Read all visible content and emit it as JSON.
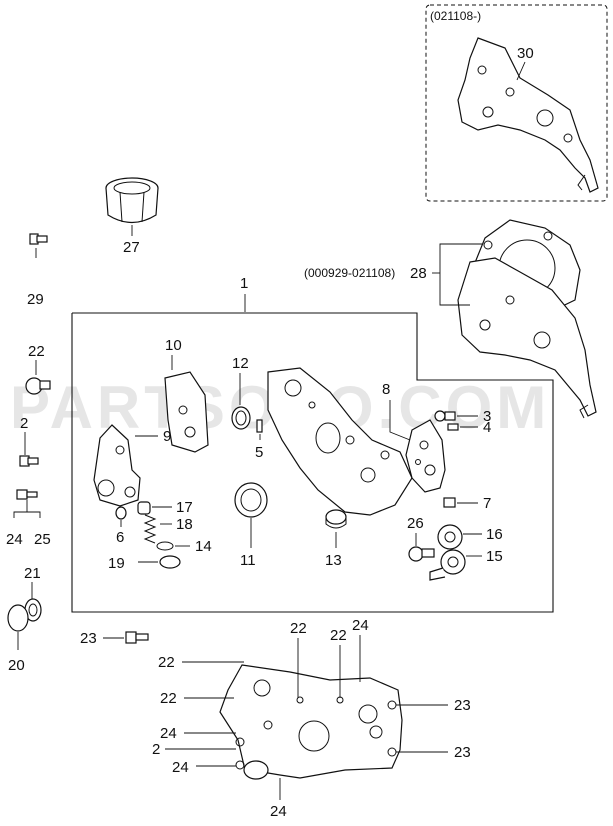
{
  "watermark": "PARTSOUQ.COM",
  "notes": {
    "late_variant": "(021108-)",
    "early_variant": "(000929-021108)"
  },
  "callouts": {
    "c1": "1",
    "c2a": "2",
    "c2b": "2",
    "c3": "3",
    "c4": "4",
    "c5": "5",
    "c6": "6",
    "c7": "7",
    "c8": "8",
    "c9": "9",
    "c10": "10",
    "c11": "11",
    "c12": "12",
    "c13": "13",
    "c14": "14",
    "c15": "15",
    "c16": "16",
    "c17": "17",
    "c18": "18",
    "c19": "19",
    "c20": "20",
    "c21": "21",
    "c22a": "22",
    "c22b": "22",
    "c22c": "22",
    "c22d": "22",
    "c22e": "22",
    "c23a": "23",
    "c23b": "23",
    "c23c": "23",
    "c24a": "24",
    "c24b": "24",
    "c24c": "24",
    "c24d": "24",
    "c24e": "24",
    "c25": "25",
    "c26": "26",
    "c27": "27",
    "c28": "28",
    "c29": "29",
    "c30": "30"
  }
}
